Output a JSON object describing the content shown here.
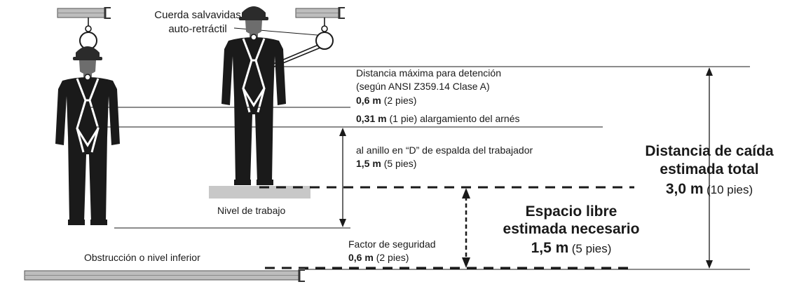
{
  "lifeline_label_1": "Cuerda salvavidas",
  "lifeline_label_2": "auto-retráctil",
  "max_arrest_1": "Distancia máxima para detención",
  "max_arrest_2": "(según ANSI Z359.14 Clase A)",
  "max_arrest_value": "0,6 m",
  "max_arrest_imperial": "(2 pies)",
  "harness_value": "0,31 m",
  "harness_imperial": "(1 pie)",
  "harness_text": "alargamiento del arnés",
  "dring_text": "al anillo en “D” de espalda del trabajador",
  "dring_value": "1,5 m",
  "dring_imperial": "(5 pies)",
  "work_level": "Nivel de trabajo",
  "lower_level": "Obstrucción o nivel inferior",
  "safety_text": "Factor de seguridad",
  "safety_value": "0,6 m",
  "safety_imperial": "(2 pies)",
  "clearance_1": "Espacio libre",
  "clearance_2": "estimada necesario",
  "clearance_value": "1,5 m",
  "clearance_imperial": "(5 pies)",
  "total_1": "Distancia de caída",
  "total_2": "estimada total",
  "total_value": "3,0 m",
  "total_imperial": "(10 pies)",
  "colors": {
    "ink": "#1a1a1a",
    "helmet_gray": "#6d6d6d",
    "beam_gray": "#bdbdbd",
    "platform_gray": "#c8c8c8"
  }
}
